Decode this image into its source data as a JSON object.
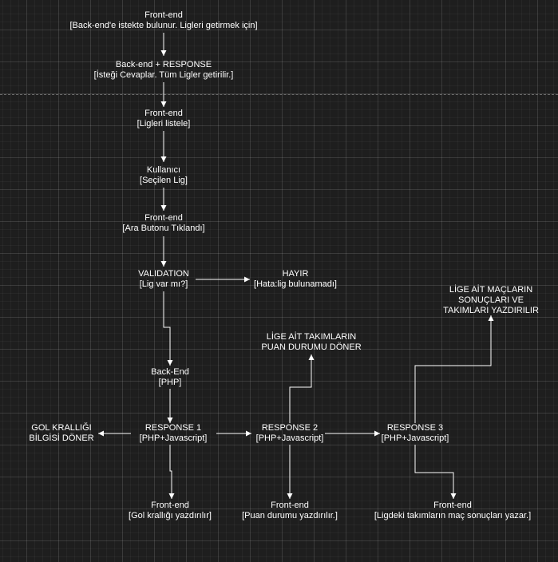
{
  "diagram": {
    "colors": {
      "background": "#1e1e1e",
      "text": "#ffffff",
      "edge": "#ffffff"
    },
    "nodes": {
      "n1": {
        "line1": "Front-end",
        "line2": "[Back-end'e istekte bulunur. Ligleri getirmek için]"
      },
      "n2": {
        "line1": "Back-end + RESPONSE",
        "line2": "[İsteği Cevaplar. Tüm Ligler getirilir.]"
      },
      "n3": {
        "line1": "Front-end",
        "line2": "[Ligleri listele]"
      },
      "n4": {
        "line1": "Kullanıcı",
        "line2": "[Seçilen Lig]"
      },
      "n5": {
        "line1": "Front-end",
        "line2": "[Ara Butonu Tıklandı]"
      },
      "n6": {
        "line1": "VALIDATION",
        "line2": "[Lig var mı?]"
      },
      "n7": {
        "line1": "HAYIR",
        "line2": "[Hata:lig bulunamadı]"
      },
      "n8": {
        "line1": "Back-End",
        "line2": "[PHP]"
      },
      "n9": {
        "line1": "RESPONSE 1",
        "line2": "[PHP+Javascript]"
      },
      "n10": {
        "line1": "GOL KRALLIĞI",
        "line2": "BİLGİSİ DÖNER"
      },
      "n11": {
        "line1": "RESPONSE 2",
        "line2": "[PHP+Javascript]"
      },
      "n12": {
        "line1": "RESPONSE 3",
        "line2": "[PHP+Javascript]"
      },
      "n13": {
        "line1": "LİGE AİT TAKIMLARIN",
        "line2": "PUAN DURUMU DÖNER"
      },
      "n14": {
        "line1": "LİGE AİT MAÇLARIN",
        "line2": "SONUÇLARI VE",
        "line3": "TAKIMLARI YAZDIRILIR"
      },
      "n15": {
        "line1": "Front-end",
        "line2": "[Gol krallığı yazdırılır]"
      },
      "n16": {
        "line1": "Front-end",
        "line2": "[Puan durumu yazdırılır.]"
      },
      "n17": {
        "line1": "Front-end",
        "line2": "[Ligdeki takımların maç sonuçları yazar.]"
      }
    }
  }
}
